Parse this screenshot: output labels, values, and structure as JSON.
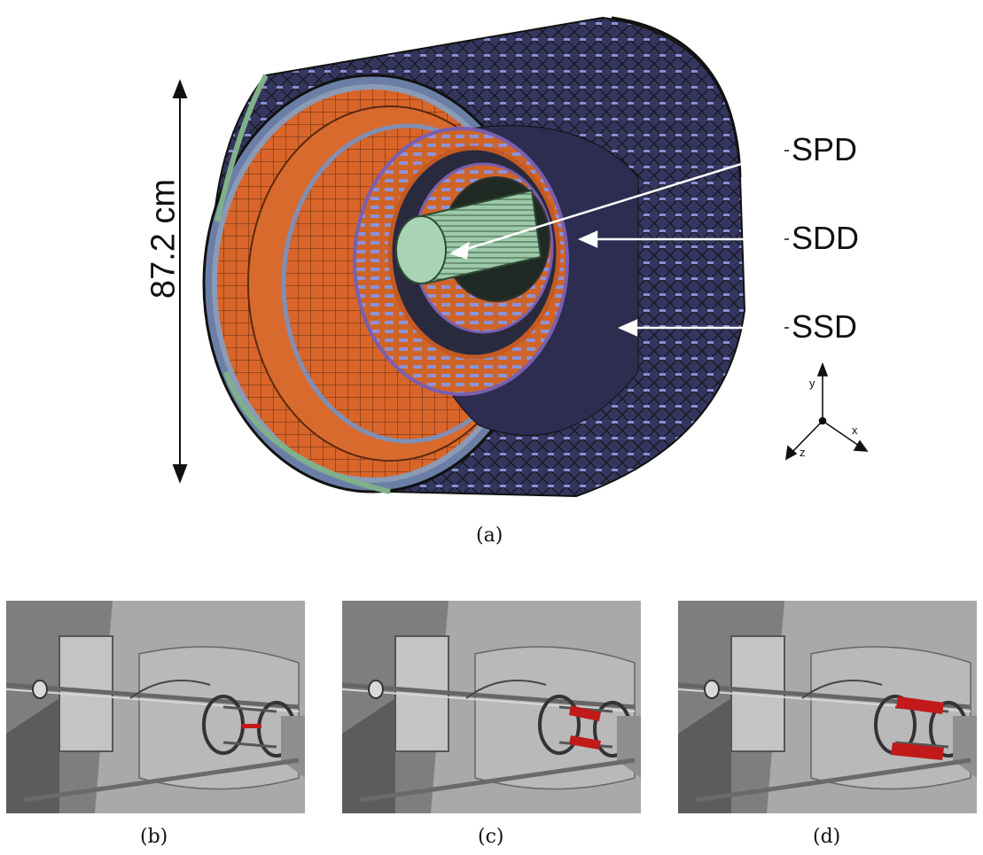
{
  "dimension_label": "87.2 cm",
  "detector_labels": {
    "spd": "SPD",
    "sdd": "SDD",
    "ssd": "SSD"
  },
  "axes": {
    "x": "x",
    "y": "y",
    "z": "z"
  },
  "captions": {
    "a": "(a)",
    "b": "(b)",
    "c": "(c)",
    "d": "(d)"
  },
  "colors": {
    "ssd_orange": "#e0662a",
    "ssd_frame_blue": "#3a3d70",
    "sdd_purple": "#7a5fb0",
    "spd_green": "#9cc9a8",
    "highlight_red": "#c21a1a"
  }
}
